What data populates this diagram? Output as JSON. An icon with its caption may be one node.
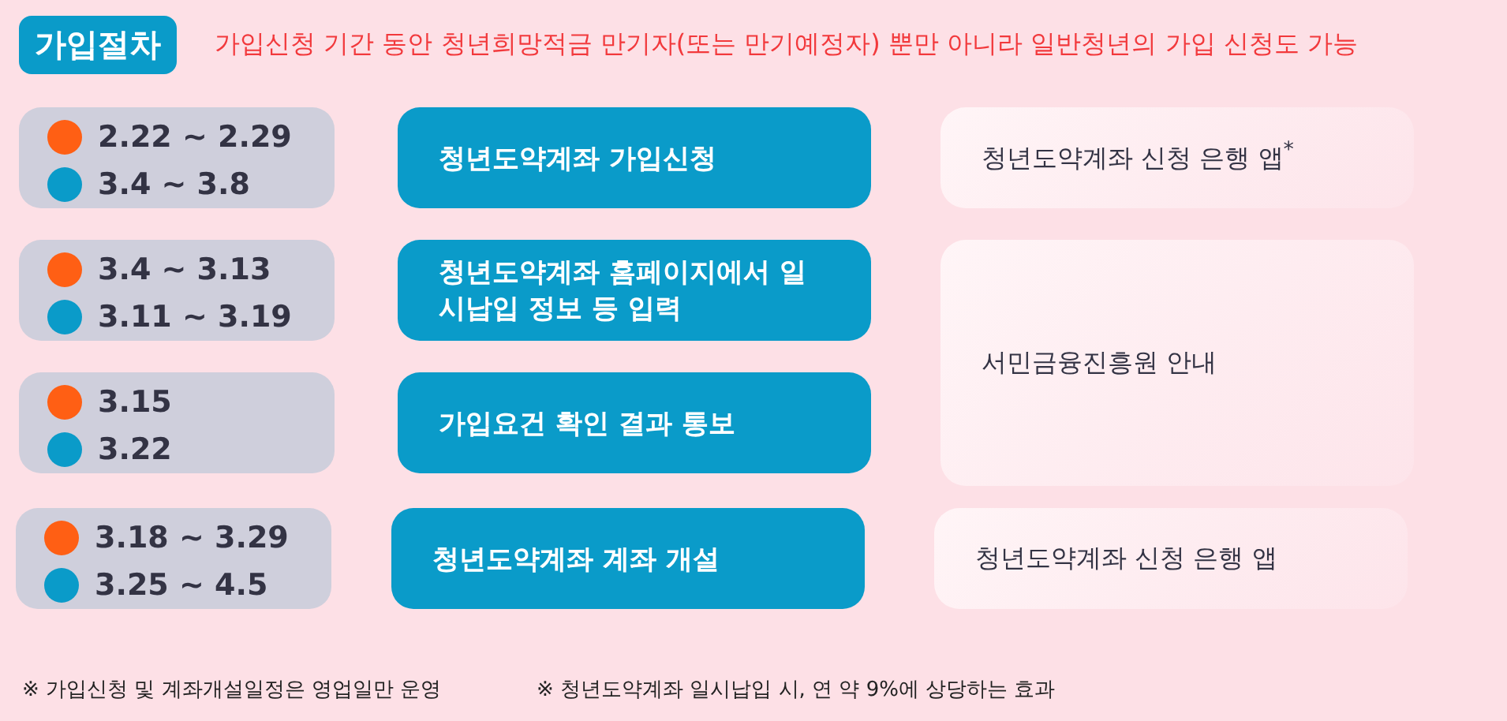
{
  "diagram": {
    "title": "가입절차",
    "nodes": [
      {
        "text": [
          "2.22 ~ 2.29",
          "3.4 ~ 3.8"
        ]
      },
      {
        "text": [
          "청년도약계좌 가입신청"
        ]
      },
      {
        "text": [
          "청년도약계좌 신청 은행 앱$^{*}$"
        ]
      },
      {
        "text": [
          "3.4 ~ 3.13",
          "3.11 ~ 3.19"
        ]
      },
      {
        "text": [
          "청년도약계좌 홈페이지에서 일시납입 정보 등 입력"
        ]
      },
      {
        "text": [
          "서민금융진흥원 안내"
        ]
      },
      {
        "text": [
          "3.15",
          "3.22"
        ]
      },
      {
        "text": [
          "가입요건 확인 결과 통보"
        ]
      },
      {
        "text": [
          "3.18 ~ 3.29",
          "3.25 ~ 4.5"
        ]
      },
      {
        "text": [
          "청년도약계좌 계좌 개설"
        ]
      },
      {
        "text": [
          "청년도약계좌 신청 은행 앱"
        ]
      }
    ],
    "labels": [
      "가입신청 기간 동안 청년희망적금 만기자(또는 만기예정자) 뿐만 아니라 일반청년의 가입 신청도 가능",
      "※ 가입신청 및 계좌개설일정은 영업일만 운영",
      "※ 청년도약계좌 일시납입 시, 연 약 9%에 상당하는 효과"
    ]
  }
}
